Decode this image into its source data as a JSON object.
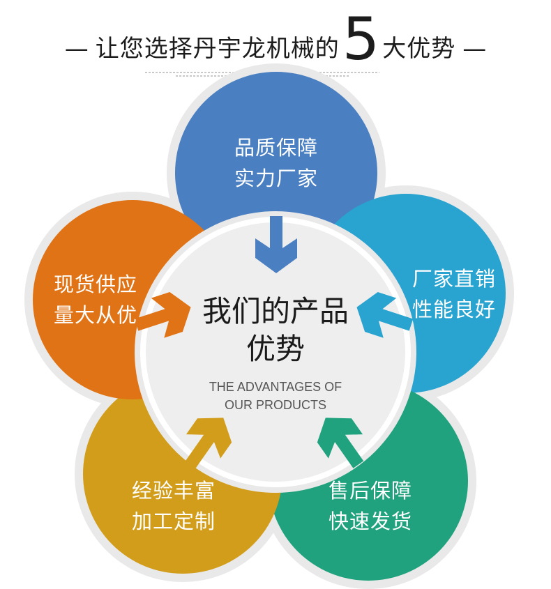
{
  "header": {
    "dash_left": "—",
    "title_main": "让您选择丹宇龙机械的",
    "title_number": "5",
    "title_tail": "大优势",
    "dash_right": "—"
  },
  "center": {
    "line1": "我们的产品",
    "line2": "优势",
    "en_line1": "THE ADVANTAGES OF",
    "en_line2": "OUR PRODUCTS"
  },
  "petals": [
    {
      "id": "top",
      "line1": "品质保障",
      "line2": "实力厂家",
      "color": "#4a7fc1"
    },
    {
      "id": "right",
      "line1": "厂家直销",
      "line2": "性能良好",
      "color": "#29a3cf"
    },
    {
      "id": "bottom-right",
      "line1": "售后保障",
      "line2": "快速发货",
      "color": "#1fa27d"
    },
    {
      "id": "bottom-left",
      "line1": "经验丰富",
      "line2": "加工定制",
      "color": "#d29d1b"
    },
    {
      "id": "left",
      "line1": "现货供应",
      "line2": "量大从优",
      "color": "#e07315"
    }
  ],
  "colors": {
    "outline": "#e9e9e9",
    "center_fill": "#eeeeee",
    "center_ring": "#ffffff"
  }
}
